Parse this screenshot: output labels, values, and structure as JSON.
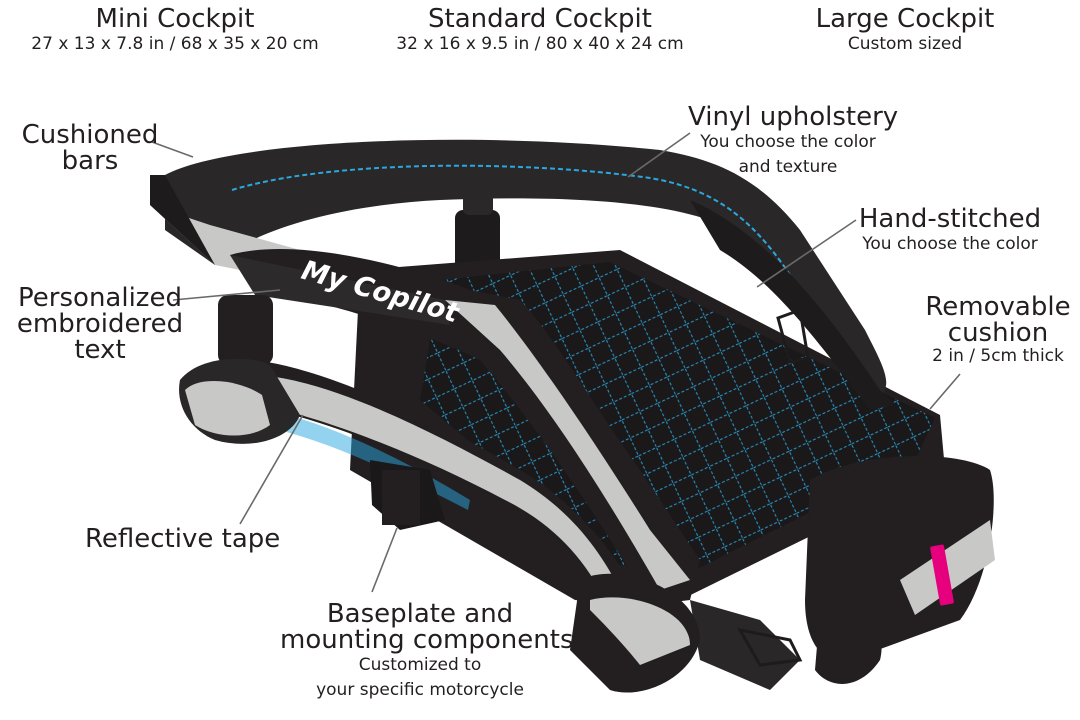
{
  "sizes": [
    {
      "name": "Mini Cockpit",
      "dims": "27 x 13 x 7.8 in / 68 x 35 x 20 cm"
    },
    {
      "name": "Standard Cockpit",
      "dims": "32 x 16 x 9.5 in / 80 x 40 x 24 cm"
    },
    {
      "name": "Large Cockpit",
      "dims": "Custom sized"
    }
  ],
  "callouts": {
    "cushioned_bars": {
      "line1": "Cushioned",
      "line2": "bars"
    },
    "vinyl": {
      "title": "Vinyl upholstery",
      "sub1": "You choose the color",
      "sub2": "and texture"
    },
    "stitched": {
      "title": "Hand-stitched",
      "sub": "You choose the color"
    },
    "cushion": {
      "line1": "Removable",
      "line2": "cushion",
      "sub": "2 in / 5cm thick"
    },
    "personalized": {
      "line1": "Personalized",
      "line2": "embroidered",
      "line3": "text"
    },
    "reflective": {
      "title": "Reflective tape"
    },
    "baseplate": {
      "line1": "Baseplate and",
      "line2": "mounting components",
      "sub1": "Customized to",
      "sub2": "your specific motorcycle"
    }
  },
  "embroidery": "My Copilot",
  "colors": {
    "body": "#231f20",
    "panel": "#3b3b3d",
    "tape": "#c8c8c6",
    "stitch": "#29a8df",
    "leader": "#6a6a6a",
    "tag": "#e6007e"
  }
}
